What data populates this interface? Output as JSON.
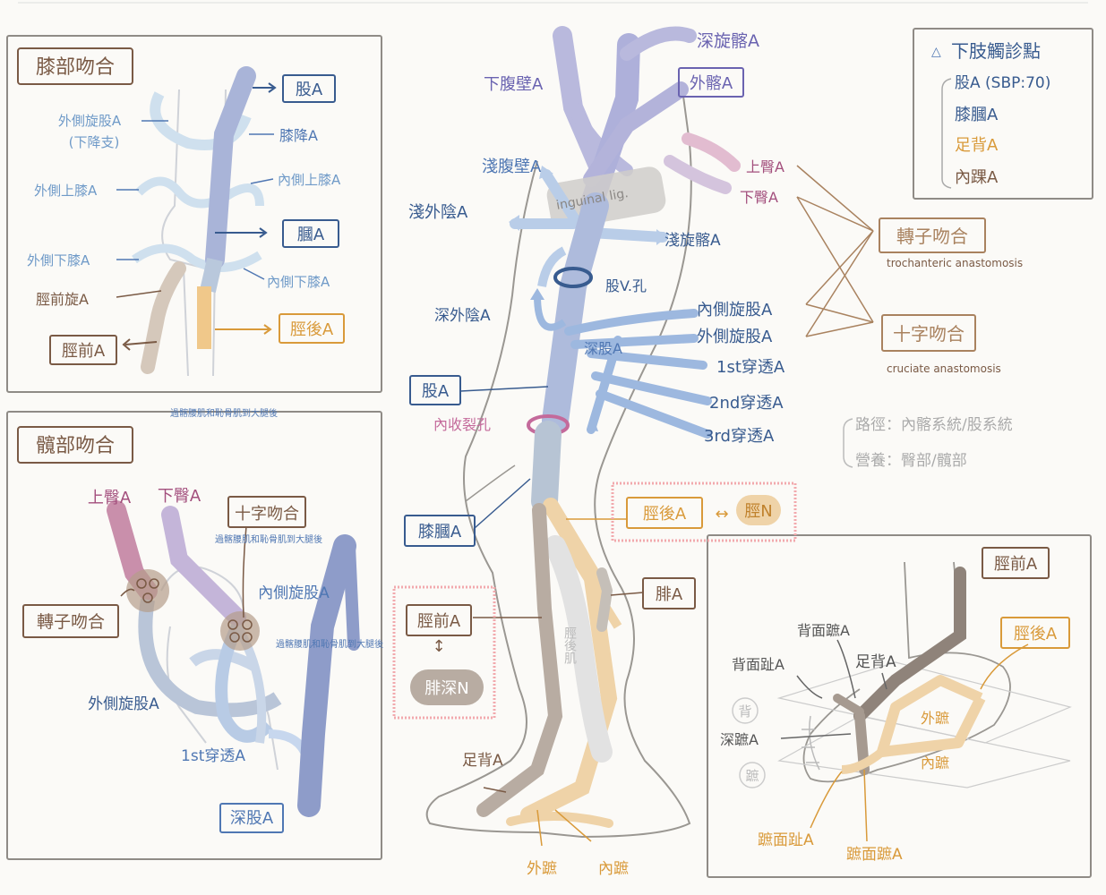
{
  "colors": {
    "purple": "#a9a9d6",
    "purpleText": "#6a63b0",
    "blue": "#9db8df",
    "blueText": "#4f77b3",
    "darkBlue": "#385b8f",
    "pink": "#c46a9b",
    "brown": "#7a5a45",
    "tan": "#c9b8a6",
    "orange": "#e6b97a",
    "orangeText": "#d99a3a",
    "grey": "#a9a6a2",
    "navy": "#8e9cc9"
  },
  "knee": {
    "title": "膝部吻合",
    "femoral": "股A",
    "lat_circ": "外側旋股A",
    "lat_circ_sub": "(下降支)",
    "desc_genic": "膝降A",
    "lat_sup_genic": "外側上膝A",
    "med_sup_genic": "內側上膝A",
    "popliteal": "膕A",
    "lat_inf_genic": "外側下膝A",
    "med_inf_genic": "內側下膝A",
    "ant_tib_recur": "脛前旋A",
    "post_tib": "脛後A",
    "ant_tib": "脛前A"
  },
  "hip": {
    "title": "髖部吻合",
    "note_top": "過髂腰肌和恥骨肌到大腿後",
    "sup_glut": "上臀A",
    "inf_glut": "下臀A",
    "cruciate": "十字吻合",
    "note_mid": "過髂腰肌和恥骨肌到大腿後",
    "troch": "轉子吻合",
    "med_circ": "內側旋股A",
    "note_right": "過髂腰肌和恥骨肌到大腿後",
    "lat_circ": "外側旋股A",
    "first_perf": "1st穿透A",
    "deep_fem": "深股A"
  },
  "main": {
    "deep_circ_iliac": "深旋髂A",
    "inf_epigastric": "下腹壁A",
    "ext_iliac": "外髂A",
    "sup_epigastric": "淺腹壁A",
    "sup_glut": "上臀A",
    "inf_glut": "下臀A",
    "inguinal": "inguinal lig.",
    "sup_ext_pudendal": "淺外陰A",
    "sup_circ_iliac": "淺旋髂A",
    "troch_title": "轉子吻合",
    "troch_en": "trochanteric anastomosis",
    "femoral_ring": "股V.孔",
    "deep_ext_pudendal": "深外陰A",
    "med_circ": "內側旋股A",
    "lat_circ": "外側旋股A",
    "deep_fem": "深股A",
    "perf1": "1st穿透A",
    "perf2": "2nd穿透A",
    "perf3": "3rd穿透A",
    "cruciate_title": "十字吻合",
    "cruciate_en": "cruciate anastomosis",
    "femoral": "股A",
    "adductor_hiatus": "內收裂孔",
    "route": "路徑：內髂系統/股系統",
    "nutrition": "營養：臀部/髖部",
    "popliteal": "膝膕A",
    "post_tib": "脛後A",
    "tibial_n": "脛N",
    "peroneal": "腓A",
    "ant_tib": "脛前A",
    "deep_peroneal_n": "腓深N",
    "post_tib_muscle": "脛後肌",
    "dorsalis_pedis": "足背A",
    "lat_plantar": "外蹠",
    "med_plantar": "內蹠"
  },
  "pulse": {
    "title": "下肢觸診點",
    "femoral": "股A (SBP:70)",
    "popliteal": "膝膕A",
    "dorsalis": "足背A",
    "post_tib": "內踝A"
  },
  "foot": {
    "ant_tib": "脛前A",
    "dorsal_metatarsal": "背面蹠A",
    "dorsal_digital": "背面趾A",
    "dorsalis_pedis": "足背A",
    "post_tib": "脛後A",
    "dorsal": "背",
    "deep_plantar": "深蹠A",
    "lat_plantar": "外蹠",
    "plantar": "蹠",
    "med_plantar": "內蹠",
    "plantar_digital": "蹠面趾A",
    "plantar_metatarsal": "蹠面蹠A"
  }
}
